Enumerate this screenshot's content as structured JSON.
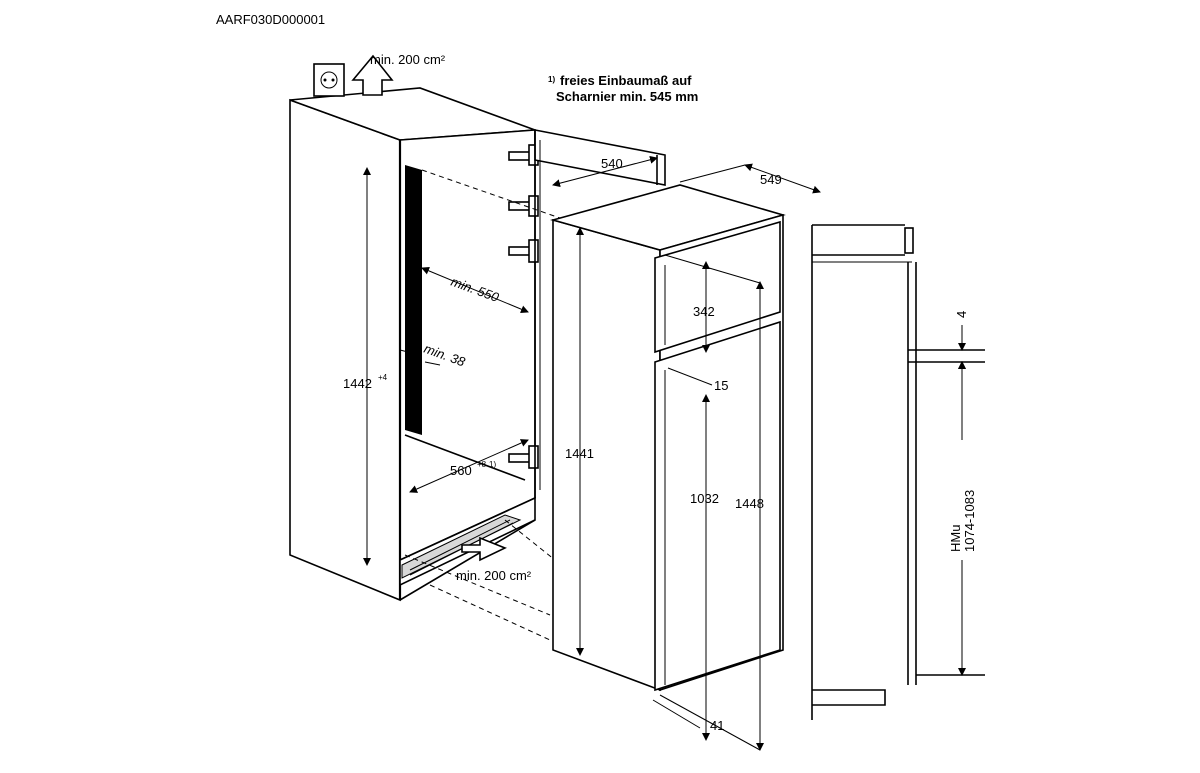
{
  "drawing_code": "AARF030D000001",
  "footnote": {
    "marker": "1)",
    "line1": "freies Einbaumaß auf",
    "line2": "Scharnier min. 545 mm"
  },
  "ventilation": {
    "top": "min. 200 cm²",
    "bottom": "min. 200 cm²"
  },
  "dimensions": {
    "niche_height": "1442",
    "niche_height_tol": "+4",
    "depth_min": "min. 550",
    "gap_min": "min. 38",
    "width": "560",
    "width_tol": "+8",
    "width_note": "1)",
    "door_depth": "540",
    "appliance_depth": "549",
    "freezer_door": "342",
    "door_gap": "15",
    "total_height": "1441",
    "fridge_door": "1032",
    "overall_height": "1448",
    "bottom_offset": "41",
    "top_gap": "4",
    "hmu_label": "HMu",
    "hmu_range": "1074-1083"
  },
  "icons": {
    "socket": "power-socket-icon",
    "arrow_up": "airflow-up-arrow-icon",
    "arrow_in": "airflow-in-arrow-icon"
  }
}
